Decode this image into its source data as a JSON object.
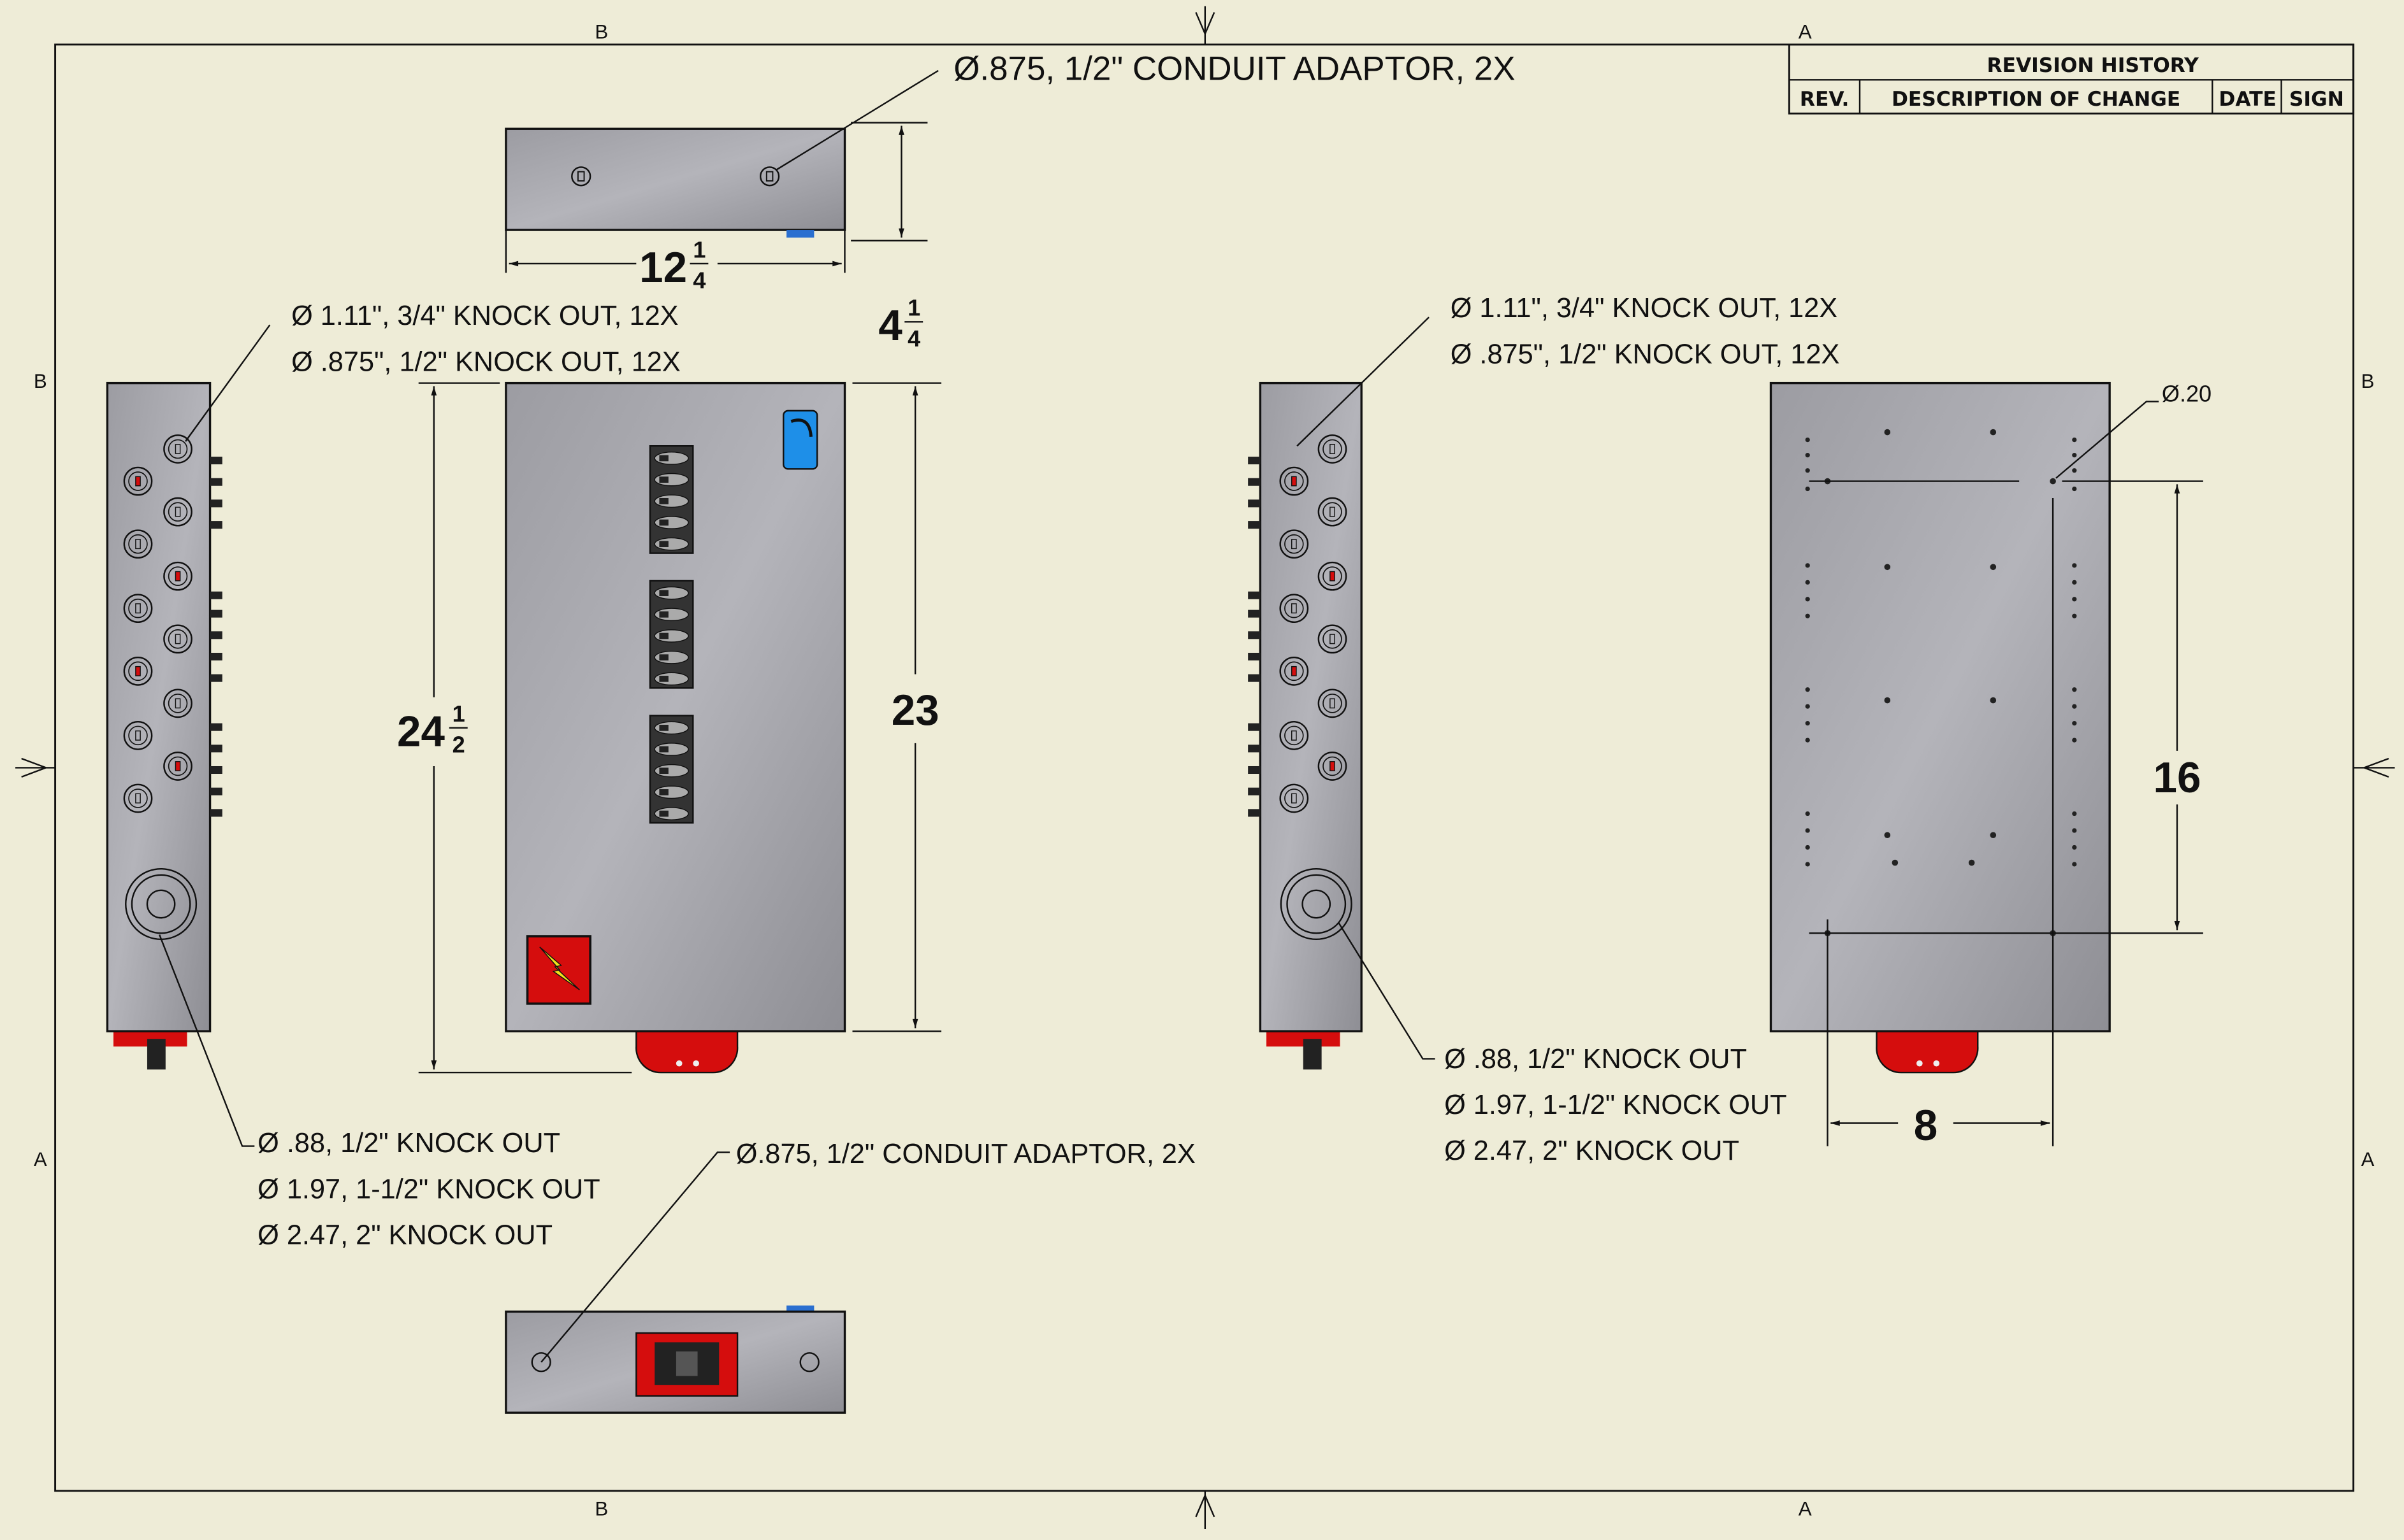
{
  "drawing": {
    "zones": {
      "top": [
        "B",
        "A"
      ],
      "bottom": [
        "B",
        "A"
      ],
      "left": [
        "B",
        "A"
      ],
      "right": [
        "B",
        "A"
      ]
    },
    "revision_table": {
      "title": "REVISION HISTORY",
      "columns": [
        "REV.",
        "DESCRIPTION OF CHANGE",
        "DATE",
        "SIGN"
      ]
    },
    "callouts": {
      "top_conduit": "Ø.875, 1/2\" CONDUIT ADAPTOR, 2X",
      "bottom_conduit": "Ø.875, 1/2\" CONDUIT ADAPTOR, 2X",
      "left_upper": [
        "Ø 1.11\", 3/4\" KNOCK OUT, 12X",
        "Ø .875\", 1/2\" KNOCK OUT, 12X"
      ],
      "left_lower": [
        "Ø .88, 1/2\" KNOCK OUT",
        "Ø 1.97, 1-1/2\" KNOCK OUT",
        "Ø 2.47, 2\" KNOCK OUT"
      ],
      "right_upper": [
        "Ø 1.11\", 3/4\" KNOCK OUT, 12X",
        "Ø .875\", 1/2\" KNOCK OUT, 12X"
      ],
      "right_lower": [
        "Ø .88, 1/2\" KNOCK OUT",
        "Ø 1.97, 1-1/2\" KNOCK OUT",
        "Ø 2.47, 2\" KNOCK OUT"
      ],
      "hole_dia": "Ø.20"
    },
    "dimensions": {
      "width": {
        "whole": "12",
        "num": "1",
        "den": "4"
      },
      "depth": {
        "whole": "4",
        "num": "1",
        "den": "4"
      },
      "overall_height": {
        "whole": "24",
        "num": "1",
        "den": "2"
      },
      "body_height": "23",
      "hole_spacing_v": "16",
      "hole_spacing_h": "8"
    },
    "colors": {
      "paper": "#eeecd7",
      "enclosure": "#a8a8ae",
      "accent_red": "#d50d0d",
      "label_blue": "#1e8fe8",
      "bolt_yellow": "#f2e21b"
    }
  }
}
